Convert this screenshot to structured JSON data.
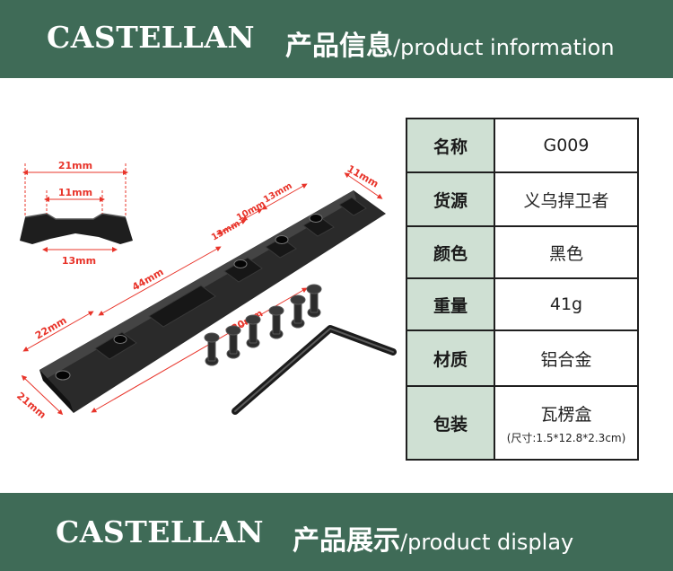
{
  "header": {
    "brand": "CASTELLAN",
    "title_cn": "产品信息",
    "title_en": "/product information"
  },
  "product_image": {
    "dimensions": [
      "21mm",
      "11mm",
      "13mm",
      "10mm",
      "13mm",
      "13mm",
      "11mm",
      "44mm",
      "22mm",
      "120mm",
      "21mm"
    ]
  },
  "spec_table": [
    {
      "label": "名称",
      "value": "G009"
    },
    {
      "label": "货源",
      "value": "义乌捍卫者"
    },
    {
      "label": "颜色",
      "value": "黑色"
    },
    {
      "label": "重量",
      "value": "41g"
    },
    {
      "label": "材质",
      "value": "铝合金"
    },
    {
      "label": "包装",
      "value": "瓦楞盒",
      "note": "(尺寸:1.5*12.8*2.3cm)"
    }
  ],
  "footer": {
    "brand": "CASTELLAN",
    "title_cn": "产品展示",
    "title_en": "/product display"
  },
  "colors": {
    "banner": "#3f6b57",
    "label_cell": "#cfe0d3",
    "dimension": "#e8342a"
  }
}
